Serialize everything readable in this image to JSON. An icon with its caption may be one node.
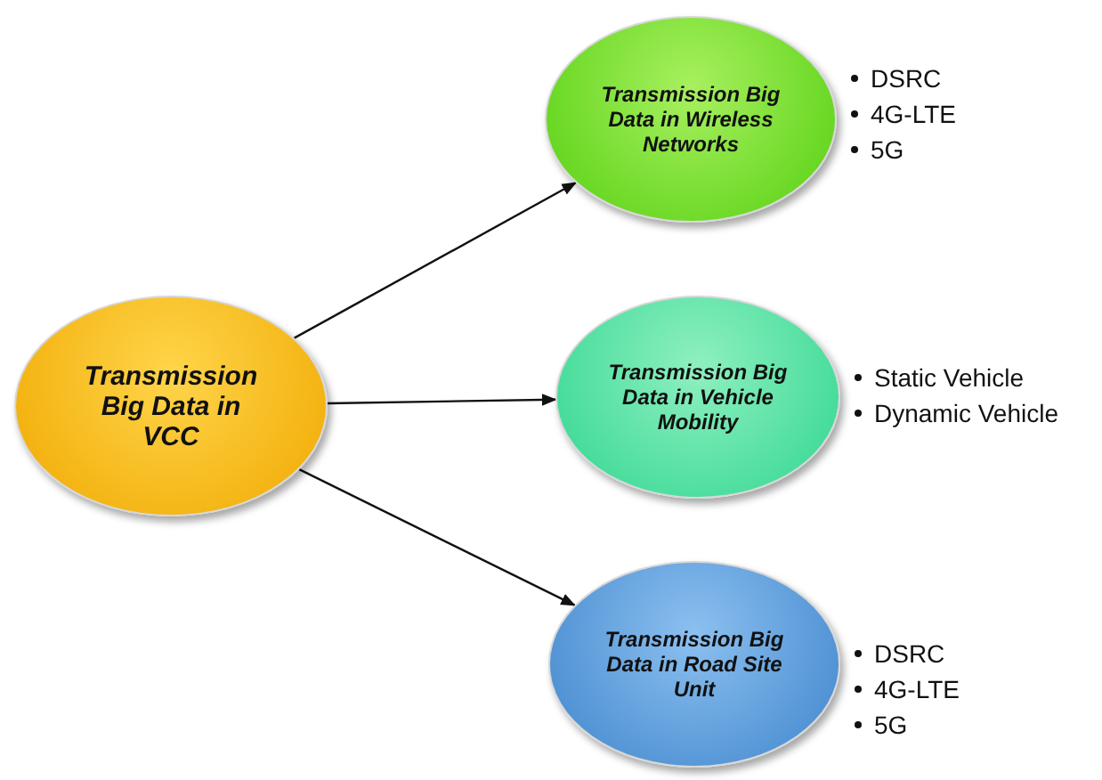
{
  "diagram": {
    "nodes": [
      {
        "text": [
          "Transmission Big Data in VCC"
        ]
      },
      {
        "text": [
          "Transmission Big Data in Wireless Networks"
        ],
        "beside": [
          "DSRC",
          "4G-LTE",
          "5G"
        ]
      },
      {
        "text": [
          "Transmission Big Data in Vehicle Mobility"
        ],
        "beside": [
          "Static Vehicle",
          "Dynamic Vehicle"
        ]
      },
      {
        "text": [
          "Transmission Big Data in Road Site Unit"
        ],
        "beside": [
          "DSRC",
          "4G-LTE",
          "5G"
        ]
      }
    ],
    "edges": [
      {
        "from": 0,
        "to": 1,
        "arrow": "to"
      },
      {
        "from": 0,
        "to": 2,
        "arrow": "to"
      },
      {
        "from": 0,
        "to": 3,
        "arrow": "to"
      }
    ]
  }
}
